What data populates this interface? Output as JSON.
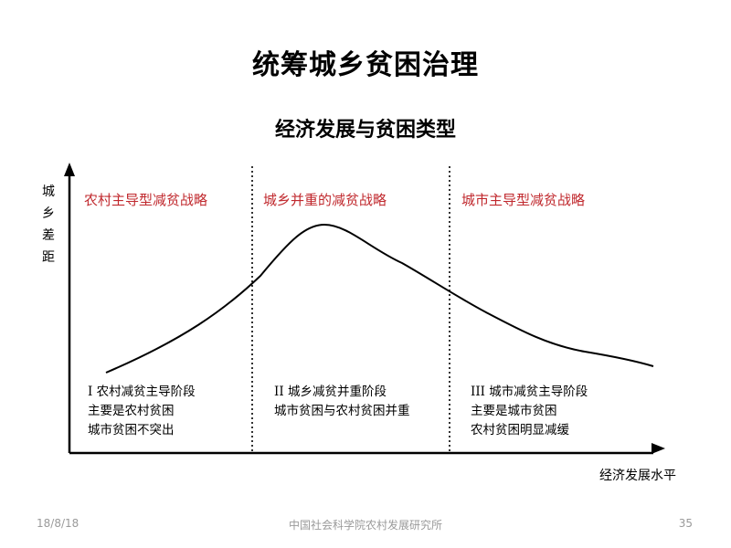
{
  "slide": {
    "title": "统筹城乡贫困治理",
    "subtitle": "经济发展与贫困类型"
  },
  "axes": {
    "ylabel": [
      "城",
      "乡",
      "差",
      "距"
    ],
    "xlabel": "经济发展水平"
  },
  "strategies": [
    {
      "label": "农村主导型减贫战略"
    },
    {
      "label": "城乡并重的减贫战略"
    },
    {
      "label": "城市主导型减贫战略"
    }
  ],
  "stages": [
    {
      "lines": [
        "I  农村减贫主导阶段",
        "主要是农村贫困",
        "城市贫困不突出"
      ]
    },
    {
      "lines": [
        "II  城乡减贫并重阶段",
        "城市贫困与农村贫困并重"
      ]
    },
    {
      "lines": [
        "III  城市减贫主导阶段",
        "主要是城市贫困",
        "农村贫困明显减缓"
      ]
    }
  ],
  "footer": {
    "date": "18/8/18",
    "org": "中国社会科学院农村发展研究所",
    "page": "35"
  },
  "colors": {
    "strategy_text": "#c0282d",
    "footer_text": "#9a9a9a",
    "axis": "#000000"
  }
}
